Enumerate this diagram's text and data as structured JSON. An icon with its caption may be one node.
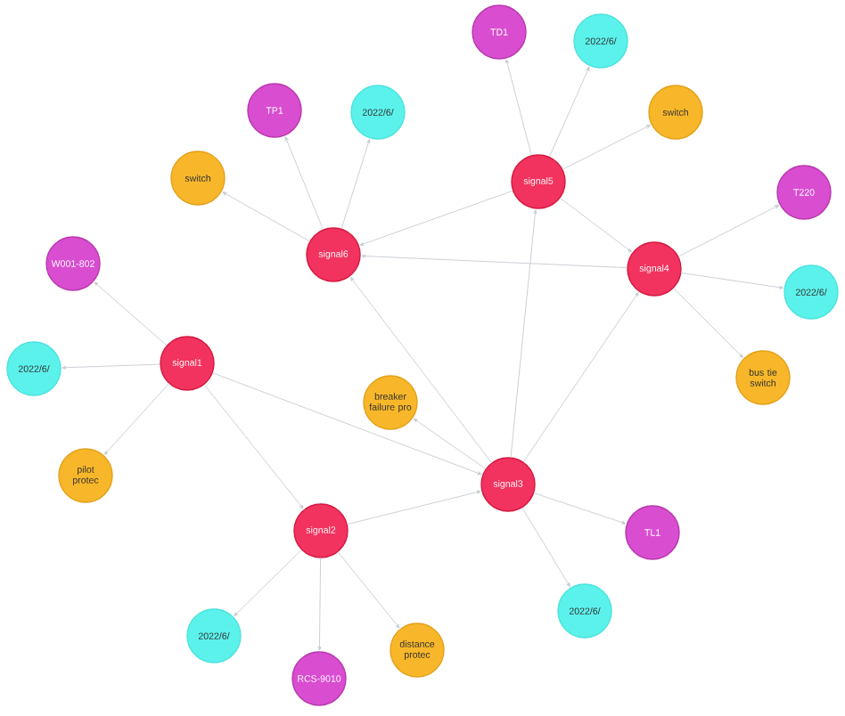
{
  "diagram": {
    "nodes": [
      {
        "text": [
          "TD1"
        ]
      },
      {
        "text": [
          "2022/6/"
        ]
      },
      {
        "text": [
          "TP1"
        ]
      },
      {
        "text": [
          "2022/6/"
        ]
      },
      {
        "text": [
          "switch"
        ]
      },
      {
        "text": [
          "switch"
        ]
      },
      {
        "text": [
          "signal5"
        ]
      },
      {
        "text": [
          "T220"
        ]
      },
      {
        "text": [
          "signal6"
        ]
      },
      {
        "text": [
          "W001-802"
        ]
      },
      {
        "text": [
          "signal4"
        ]
      },
      {
        "text": [
          "2022/6/"
        ]
      },
      {
        "text": [
          "signal1"
        ]
      },
      {
        "text": [
          "2022/6/"
        ]
      },
      {
        "text": [
          "bus tie switch"
        ]
      },
      {
        "text": [
          "breaker failure pro"
        ]
      },
      {
        "text": [
          "pilot protec"
        ]
      },
      {
        "text": [
          "signal3"
        ]
      },
      {
        "text": [
          "signal2"
        ]
      },
      {
        "text": [
          "TL1"
        ]
      },
      {
        "text": [
          "2022/6/"
        ]
      },
      {
        "text": [
          "2022/6/"
        ]
      },
      {
        "text": [
          "distance protec"
        ]
      },
      {
        "text": [
          "RCS-9010"
        ]
      }
    ],
    "edges": [
      {
        "from": 8,
        "to": 2,
        "arrow": "to"
      },
      {
        "from": 8,
        "to": 3,
        "arrow": "to"
      },
      {
        "from": 8,
        "to": 5,
        "arrow": "to"
      },
      {
        "from": 6,
        "to": 0,
        "arrow": "to"
      },
      {
        "from": 6,
        "to": 1,
        "arrow": "to"
      },
      {
        "from": 6,
        "to": 4,
        "arrow": "to"
      },
      {
        "from": 6,
        "to": 8,
        "arrow": "to"
      },
      {
        "from": 6,
        "to": 10,
        "arrow": "to"
      },
      {
        "from": 10,
        "to": 8,
        "arrow": "to"
      },
      {
        "from": 10,
        "to": 7,
        "arrow": "to"
      },
      {
        "from": 10,
        "to": 11,
        "arrow": "to"
      },
      {
        "from": 10,
        "to": 14,
        "arrow": "to"
      },
      {
        "from": 17,
        "to": 8,
        "arrow": "to"
      },
      {
        "from": 17,
        "to": 6,
        "arrow": "to"
      },
      {
        "from": 17,
        "to": 10,
        "arrow": "to"
      },
      {
        "from": 17,
        "to": 15,
        "arrow": "to"
      },
      {
        "from": 17,
        "to": 19,
        "arrow": "to"
      },
      {
        "from": 17,
        "to": 20,
        "arrow": "to"
      },
      {
        "from": 12,
        "to": 9,
        "arrow": "to"
      },
      {
        "from": 12,
        "to": 13,
        "arrow": "to"
      },
      {
        "from": 12,
        "to": 16,
        "arrow": "to"
      },
      {
        "from": 12,
        "to": 18,
        "arrow": "to"
      },
      {
        "from": 12,
        "to": 17,
        "arrow": "to"
      },
      {
        "from": 18,
        "to": 17,
        "arrow": "to"
      },
      {
        "from": 18,
        "to": 21,
        "arrow": "to"
      },
      {
        "from": 18,
        "to": 22,
        "arrow": "to"
      },
      {
        "from": 18,
        "to": 23,
        "arrow": "to"
      }
    ]
  }
}
